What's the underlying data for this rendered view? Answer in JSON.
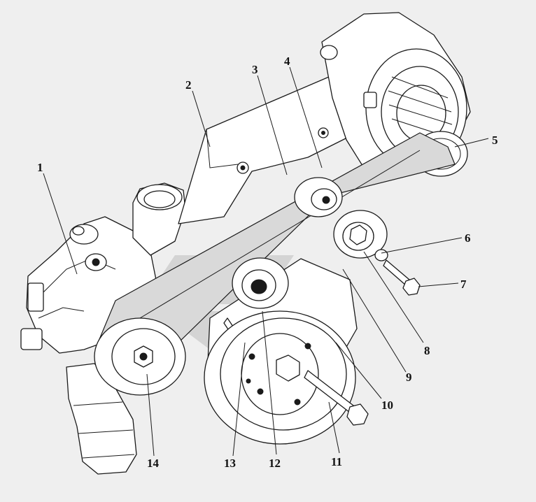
{
  "callouts": [
    {
      "id": "1",
      "label": "1"
    },
    {
      "id": "2",
      "label": "2"
    },
    {
      "id": "3",
      "label": "3"
    },
    {
      "id": "4",
      "label": "4"
    },
    {
      "id": "5",
      "label": "5"
    },
    {
      "id": "6",
      "label": "6"
    },
    {
      "id": "7",
      "label": "7"
    },
    {
      "id": "8",
      "label": "8"
    },
    {
      "id": "9",
      "label": "9"
    },
    {
      "id": "10",
      "label": "10"
    },
    {
      "id": "11",
      "label": "11"
    },
    {
      "id": "12",
      "label": "12"
    },
    {
      "id": "13",
      "label": "13"
    },
    {
      "id": "14",
      "label": "14"
    }
  ],
  "colors": {
    "background": "#efefef",
    "line": "#1a1a1a",
    "watermark": "#bdbdbd"
  }
}
